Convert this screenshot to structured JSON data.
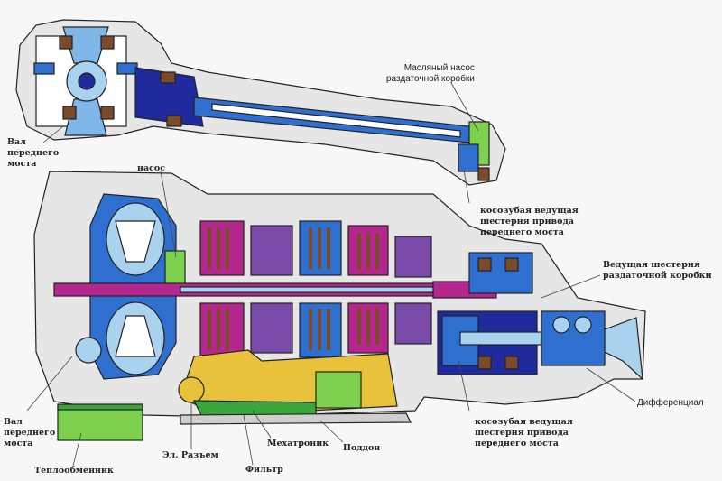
{
  "labels": {
    "front_shaft_top": "Вал\nпереднего\nмоста",
    "oil_pump": "Масляный насос\nраздаточной коробки",
    "pump": "насос",
    "helical_gear_top": "косозубая ведущая\nшестерня привода\nпереднего моста",
    "transfer_drive_gear": "Ведущая шестерня\nраздаточной коробки",
    "front_shaft_bottom": "Вал\nпереднего\nмоста",
    "differential": "Дифференциал",
    "helical_gear_bottom": "косозубая ведущая\nшестерня привода\nпереднего моста",
    "heat_exchanger": "Теплообменник",
    "connector": "Эл. Разъем",
    "mechatronic": "Мехатроник",
    "filter": "Фильтр",
    "pan": "Поддон"
  },
  "colors": {
    "outline": "#222222",
    "housing": "#e6e6e6",
    "dark_blue": "#1f2a9c",
    "mid_blue": "#2f6fd0",
    "light_blue": "#a9d2ee",
    "magenta": "#b5268f",
    "violet": "#7a4aa8",
    "gear_brown": "#7a4a2a",
    "yellow": "#e8c23a",
    "green": "#3aa63a",
    "light_green": "#7ed14e"
  }
}
